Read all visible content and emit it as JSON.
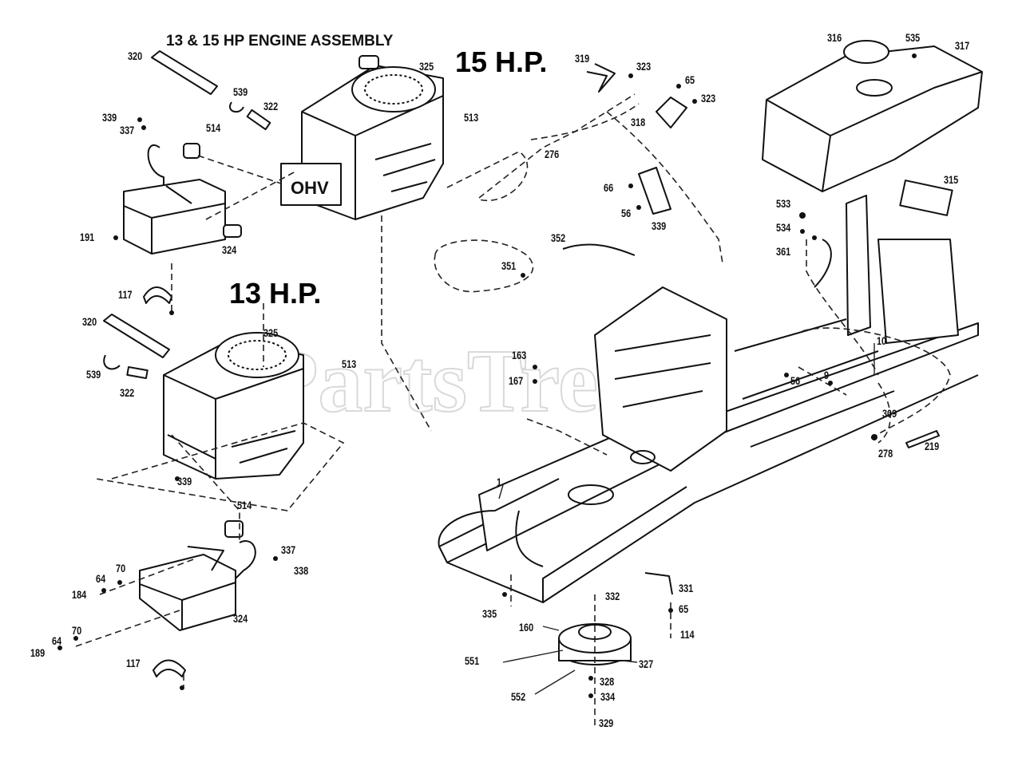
{
  "diagram": {
    "title": "13 & 15 HP ENGINE ASSEMBLY",
    "variant_15": "15 H.P.",
    "variant_13": "13 H.P.",
    "watermark": "PartsTree",
    "engine_badge": "OHV"
  },
  "part_labels": [
    "320",
    "539",
    "322",
    "325",
    "339",
    "337",
    "514",
    "191",
    "324",
    "117",
    "319",
    "323",
    "65",
    "323",
    "318",
    "513",
    "276",
    "66",
    "56",
    "339",
    "316",
    "535",
    "317",
    "315",
    "533",
    "534",
    "361",
    "352",
    "351",
    "320",
    "325",
    "539",
    "322",
    "513",
    "339",
    "514",
    "337",
    "338",
    "64",
    "70",
    "184",
    "64",
    "70",
    "189",
    "324",
    "117",
    "163",
    "167",
    "56",
    "9",
    "10",
    "309",
    "278",
    "219",
    "1",
    "335",
    "332",
    "331",
    "65",
    "114",
    "160",
    "551",
    "327",
    "328",
    "552",
    "334",
    "329"
  ]
}
